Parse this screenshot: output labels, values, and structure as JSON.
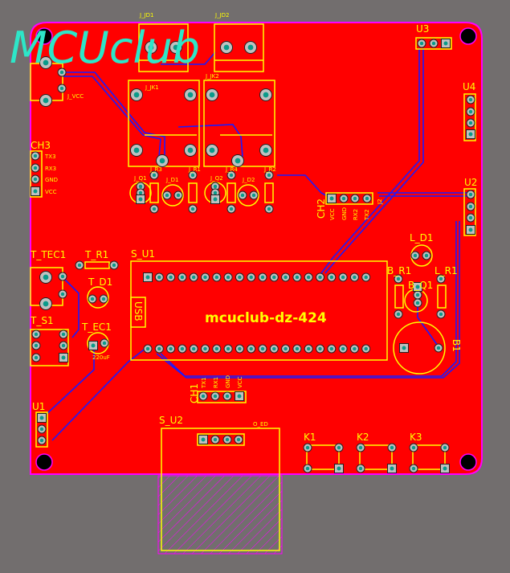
{
  "logo": "MCUclub",
  "board_label": "mcuclub-dz-424",
  "colors": {
    "board": "#ff0000",
    "outline": "#ff00ff",
    "silkscreen": "#ffff00",
    "trace": "#1a1aff",
    "logo": "#2de6c8",
    "background": "#726e6e"
  },
  "components": {
    "j_vcc": "J_VCC",
    "j_jd1": "J_JD1",
    "j_jd2": "J_JD2",
    "j_jk1": "J_JK1",
    "j_jk2": "J_JK2",
    "j_q1": "J_Q1",
    "j_r3": "J_R3",
    "j_d1": "J_D1",
    "j_r1": "J_R1",
    "j_q2": "J_Q2",
    "j_r4": "J_R4",
    "j_d2": "J_D2",
    "j_r2": "J_R2",
    "ch3": "CH3",
    "ch3_pins": [
      "TX3",
      "RX3",
      "GND",
      "VCC"
    ],
    "ch2": "CH2",
    "ch2_pins": [
      "VCC",
      "GND",
      "RX2",
      "TX2"
    ],
    "ch2_ref": "J2",
    "u3": "U3",
    "u4": "U4",
    "u2": "U2",
    "l_d1": "L_D1",
    "b_r1": "B_R1",
    "l_r1": "L_R1",
    "b_q1": "B_Q1",
    "b1": "B1",
    "t_tec1": "T_TEC1",
    "t_r1": "T_R1",
    "t_d1": "T_D1",
    "t_s1": "T_S1",
    "t_ec1": "T_EC1",
    "t_ec1_value": "220uF",
    "s_u1": "S_U1",
    "usb": "USB",
    "ch1": "CH1",
    "ch1_pins": [
      "TX1",
      "RX1",
      "GND",
      "VCC"
    ],
    "u1": "U1",
    "s_u2": "S_U2",
    "oled": "O_ED",
    "k1": "K1",
    "k2": "K2",
    "k3": "K3"
  }
}
